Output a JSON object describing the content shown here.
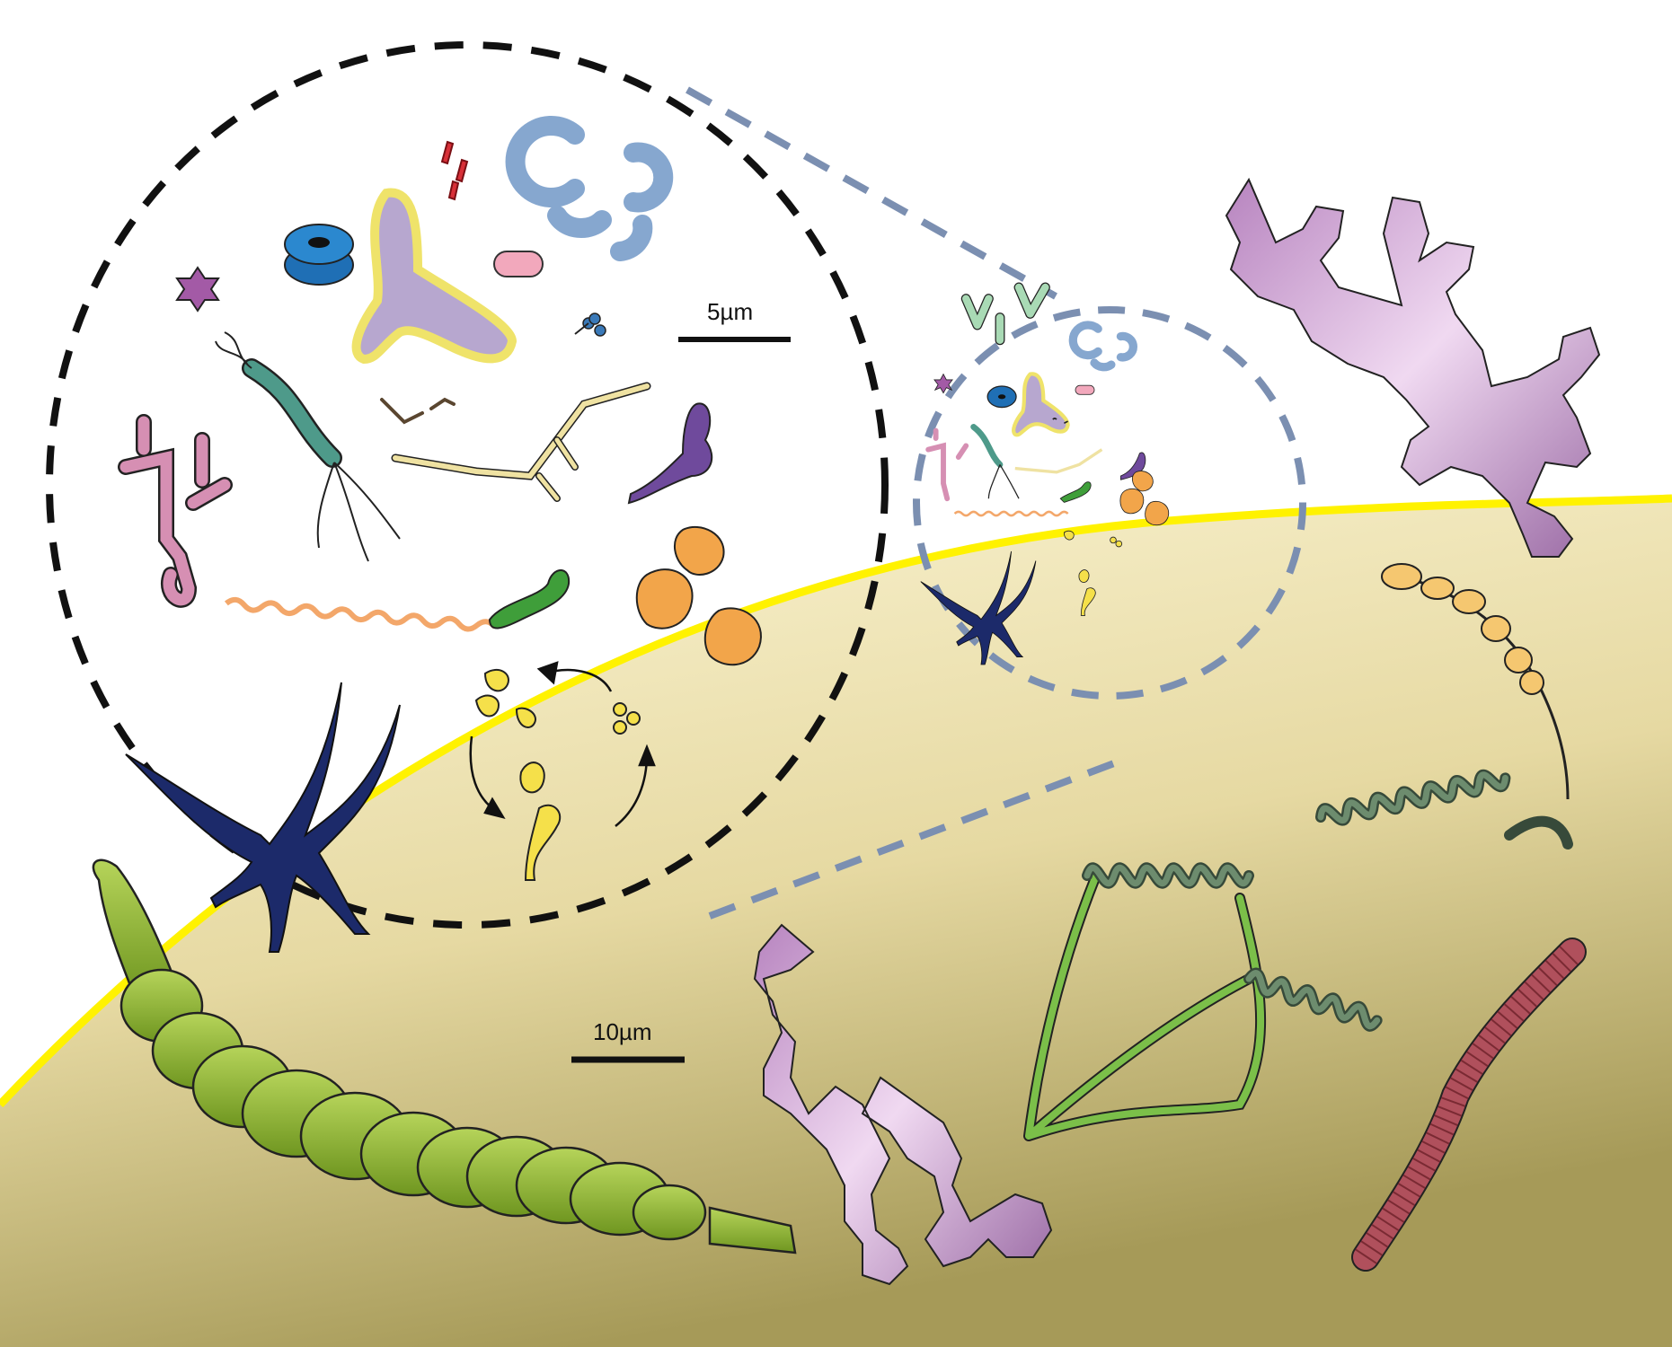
{
  "scale_bars": {
    "small": {
      "label": "5µm"
    },
    "large": {
      "label": "10µm"
    }
  },
  "colors": {
    "background_soil_light": "#fbf4cf",
    "background_soil_dark": "#a89e5c",
    "boundary_line": "#fff200",
    "zoom_circle_outer": "#111111",
    "zoom_circle_inner": "#7b8fb1",
    "fungal_hypha": "#c9a0cf",
    "earthworm_like": "#b0505c",
    "segmented_worm": "#8db531",
    "nematode_coil": "#5a7d5f"
  },
  "figure_elements": [
    "zoomed-microbe-circle",
    "inset-microbe-circle",
    "branched-fungal-hyphae",
    "coiled-protist",
    "segmented-green-worm",
    "striped-red-worm",
    "life-cycle-arrows"
  ]
}
